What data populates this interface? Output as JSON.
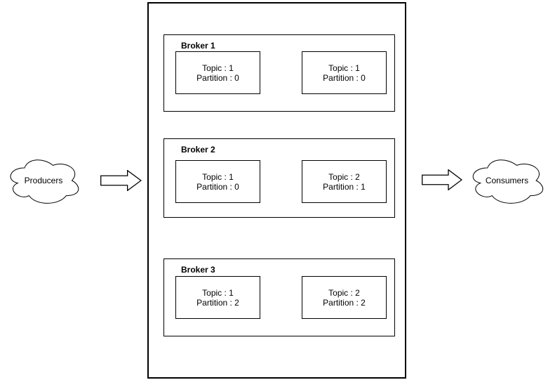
{
  "diagram": {
    "producers_label": "Producers",
    "consumers_label": "Consumers",
    "brokers": [
      {
        "label": "Broker 1",
        "partitions": [
          {
            "topic": "Topic : 1",
            "partition": "Partition : 0"
          },
          {
            "topic": "Topic : 1",
            "partition": "Partition : 0"
          }
        ]
      },
      {
        "label": "Broker 2",
        "partitions": [
          {
            "topic": "Topic : 1",
            "partition": "Partition : 0"
          },
          {
            "topic": "Topic : 2",
            "partition": "Partition : 1"
          }
        ]
      },
      {
        "label": "Broker 3",
        "partitions": [
          {
            "topic": "Topic : 1",
            "partition": "Partition : 2"
          },
          {
            "topic": "Topic : 2",
            "partition": "Partition : 2"
          }
        ]
      }
    ],
    "colors": {
      "stroke": "#000000",
      "fill": "#ffffff"
    }
  }
}
